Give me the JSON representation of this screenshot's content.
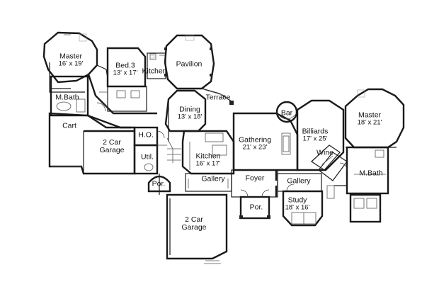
{
  "rooms": {
    "master_left": {
      "name": "Master",
      "dims": "16' x 19'"
    },
    "bed3": {
      "name": "Bed.3",
      "dims": "13' x 17'"
    },
    "kitchen_top": {
      "name": "Kitchen"
    },
    "pavilion": {
      "name": "Pavilion"
    },
    "mbath_left": {
      "name": "M.Bath"
    },
    "terrace": {
      "name": "Terrace"
    },
    "dining": {
      "name": "Dining",
      "dims": "13' x 18'"
    },
    "bar": {
      "name": "Bar"
    },
    "master_right": {
      "name": "Master",
      "dims": "18' x 21'"
    },
    "cart": {
      "name": "Cart"
    },
    "ho": {
      "name": "H.O."
    },
    "garage_left": {
      "name": "2 Car",
      "name2": "Garage"
    },
    "gathering": {
      "name": "Gathering",
      "dims": "21' x 23'"
    },
    "billiards": {
      "name": "Billiards",
      "dims": "17' x 25'"
    },
    "util": {
      "name": "Util."
    },
    "kitchen_main": {
      "name": "Kitchen",
      "dims": "16' x 17'"
    },
    "wine": {
      "name": "Wine"
    },
    "mbath_right": {
      "name": "M.Bath"
    },
    "gallery_left": {
      "name": "Gallery"
    },
    "foyer": {
      "name": "Foyer"
    },
    "gallery_right": {
      "name": "Gallery"
    },
    "por_left": {
      "name": "Por."
    },
    "por_center": {
      "name": "Por."
    },
    "study": {
      "name": "Study",
      "dims": "18' x 16'"
    },
    "garage_bottom": {
      "name": "2 Car",
      "name2": "Garage"
    }
  }
}
